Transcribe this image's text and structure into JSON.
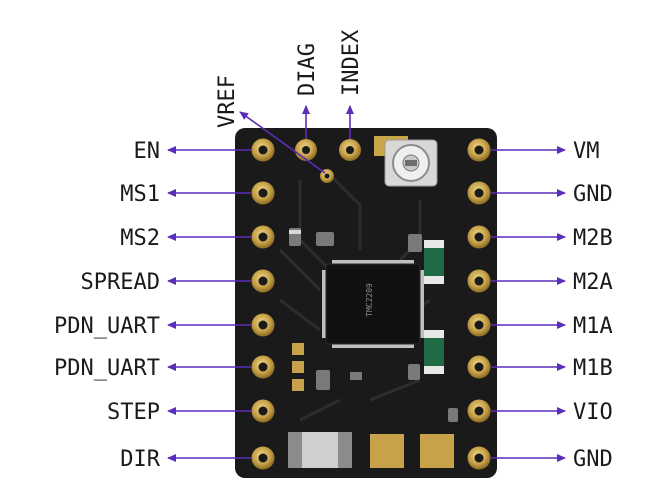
{
  "left_pins": [
    "EN",
    "MS1",
    "MS2",
    "SPREAD",
    "PDN_UART",
    "PDN_UART",
    "STEP",
    "DIR"
  ],
  "right_pins": [
    "VM",
    "GND",
    "M2B",
    "M2A",
    "M1A",
    "M1B",
    "VIO",
    "GND"
  ],
  "top_pins": [
    "VREF",
    "DIAG",
    "INDEX"
  ],
  "colors": {
    "arrow": "#5b2db8",
    "board": "#1b1a1a",
    "pad": "#c8a24a",
    "text": "#1a1a1a"
  }
}
